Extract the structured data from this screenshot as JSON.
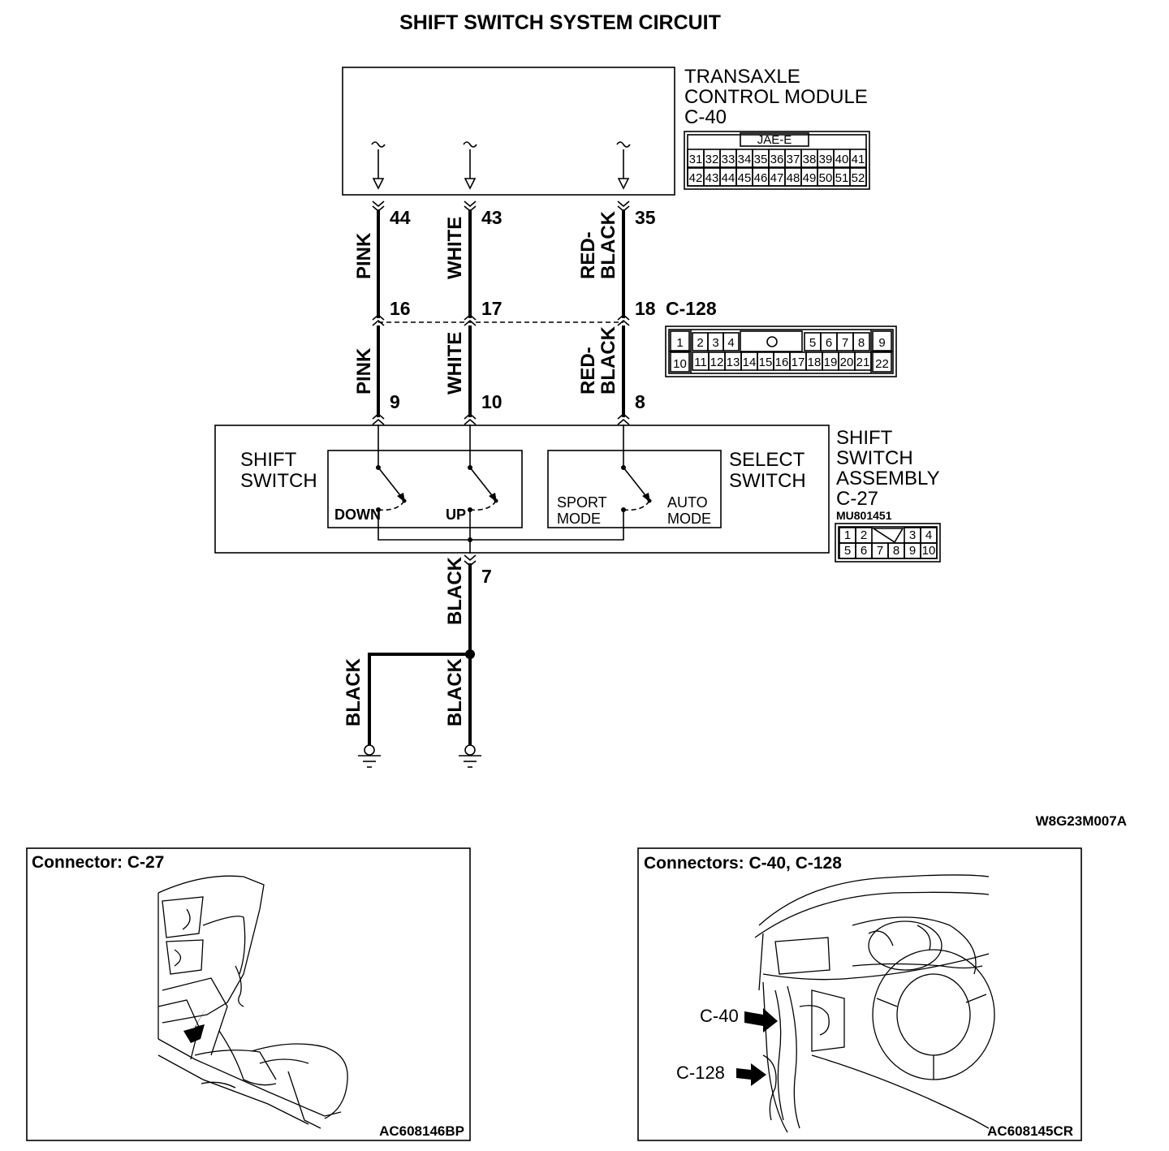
{
  "title": "SHIFT SWITCH SYSTEM CIRCUIT",
  "tcm": {
    "name_line1": "TRANSAXLE",
    "name_line2": "CONTROL MODULE",
    "connector": "C-40",
    "connector_type": "JAE-E",
    "row1": [
      "31",
      "32",
      "33",
      "34",
      "35",
      "36",
      "37",
      "38",
      "39",
      "40",
      "41"
    ],
    "row2": [
      "42",
      "43",
      "44",
      "45",
      "46",
      "47",
      "48",
      "49",
      "50",
      "51",
      "52"
    ]
  },
  "wires": [
    {
      "tcm_pin": "44",
      "upper_color": "PINK",
      "junction_pin": "16",
      "lower_color": "PINK",
      "switch_pin": "9"
    },
    {
      "tcm_pin": "43",
      "upper_color": "WHITE",
      "junction_pin": "17",
      "lower_color": "WHITE",
      "switch_pin": "10"
    },
    {
      "tcm_pin": "35",
      "upper_color_line1": "RED-",
      "upper_color_line2": "BLACK",
      "junction_pin": "18",
      "lower_color_line1": "RED-",
      "lower_color_line2": "BLACK",
      "switch_pin": "8"
    }
  ],
  "junction": {
    "connector": "C-128",
    "top": [
      "1",
      "2",
      "3",
      "4",
      "5",
      "6",
      "7",
      "8",
      "9"
    ],
    "bottom": [
      "10",
      "11",
      "12",
      "13",
      "14",
      "15",
      "16",
      "17",
      "18",
      "19",
      "20",
      "21",
      "22"
    ]
  },
  "switch_assembly": {
    "shift_switch_line1": "SHIFT",
    "shift_switch_line2": "SWITCH",
    "select_switch_line1": "SELECT",
    "select_switch_line2": "SWITCH",
    "down": "DOWN",
    "up": "UP",
    "sport_line1": "SPORT",
    "sport_line2": "MODE",
    "auto_line1": "AUTO",
    "auto_line2": "MODE",
    "name_line1": "SHIFT",
    "name_line2": "SWITCH",
    "name_line3": "ASSEMBLY",
    "connector": "C-27",
    "part_number": "MU801451",
    "row1": [
      "1",
      "2",
      "3",
      "4"
    ],
    "row2": [
      "5",
      "6",
      "7",
      "8",
      "9",
      "10"
    ]
  },
  "ground": {
    "pin": "7",
    "color_main": "BLACK",
    "color_left": "BLACK",
    "color_right": "BLACK"
  },
  "diagram_code": "W8G23M007A",
  "panels": [
    {
      "title": "Connector: C-27",
      "code": "AC608146BP"
    },
    {
      "title": "Connectors: C-40, C-128",
      "code": "AC608145CR",
      "callout_1": "C-40",
      "callout_2": "C-128"
    }
  ]
}
